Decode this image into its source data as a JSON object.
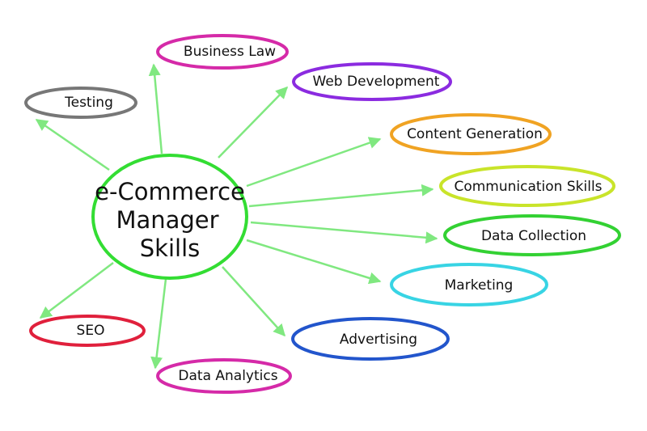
{
  "center": {
    "lines": [
      "e-Commerce",
      "Manager",
      "Skills"
    ],
    "color": "#33dd33"
  },
  "arrow_color": "#80e880",
  "nodes": [
    {
      "label": "Testing",
      "color": "#777777"
    },
    {
      "label": "Business Law",
      "color": "#d52aa8"
    },
    {
      "label": "Web Development",
      "color": "#8b2be0"
    },
    {
      "label": "Content Generation",
      "color": "#f0a323"
    },
    {
      "label": "Communication Skills",
      "color": "#c9e42a"
    },
    {
      "label": "Data Collection",
      "color": "#33d133"
    },
    {
      "label": "Marketing",
      "color": "#38d4e4"
    },
    {
      "label": "Advertising",
      "color": "#2255cc"
    },
    {
      "label": "SEO",
      "color": "#e0203c"
    },
    {
      "label": "Data Analytics",
      "color": "#d52aa8"
    }
  ]
}
